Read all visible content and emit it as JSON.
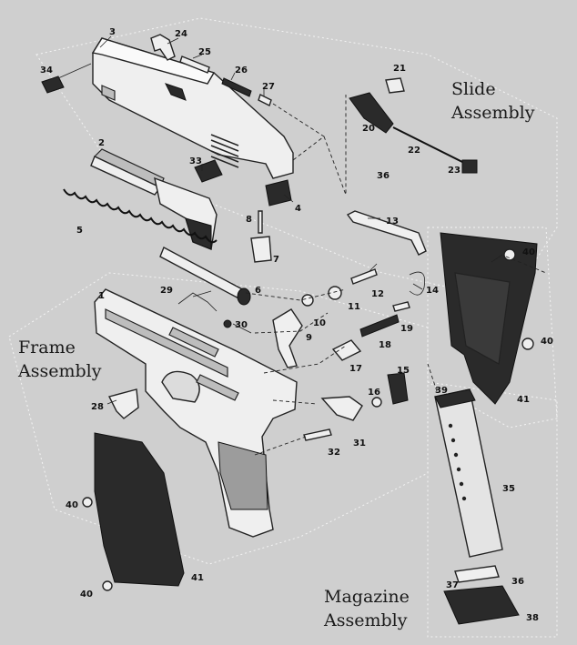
{
  "assemblies": {
    "slide": [
      "Slide",
      "Assembly"
    ],
    "frame": [
      "Frame",
      "Assembly"
    ],
    "magazine": [
      "Magazine",
      "Assembly"
    ]
  },
  "callouts": [
    {
      "id": "c3",
      "text": "3"
    },
    {
      "id": "c24",
      "text": "24"
    },
    {
      "id": "c25",
      "text": "25"
    },
    {
      "id": "c26",
      "text": "26"
    },
    {
      "id": "c27",
      "text": "27"
    },
    {
      "id": "c34",
      "text": "34"
    },
    {
      "id": "c21",
      "text": "21"
    },
    {
      "id": "c20",
      "text": "20"
    },
    {
      "id": "c22",
      "text": "22"
    },
    {
      "id": "c23",
      "text": "23"
    },
    {
      "id": "c36a",
      "text": "36"
    },
    {
      "id": "c2",
      "text": "2"
    },
    {
      "id": "c33",
      "text": "33"
    },
    {
      "id": "c4",
      "text": "4"
    },
    {
      "id": "c8",
      "text": "8"
    },
    {
      "id": "c7",
      "text": "7"
    },
    {
      "id": "c5",
      "text": "5"
    },
    {
      "id": "c13",
      "text": "13"
    },
    {
      "id": "c40a",
      "text": "40"
    },
    {
      "id": "c6",
      "text": "6"
    },
    {
      "id": "c29",
      "text": "29"
    },
    {
      "id": "c12",
      "text": "12"
    },
    {
      "id": "c14",
      "text": "14"
    },
    {
      "id": "c1",
      "text": "1"
    },
    {
      "id": "c30",
      "text": "30"
    },
    {
      "id": "c10",
      "text": "10"
    },
    {
      "id": "c11",
      "text": "11"
    },
    {
      "id": "c19",
      "text": "19"
    },
    {
      "id": "c9",
      "text": "9"
    },
    {
      "id": "c18",
      "text": "18"
    },
    {
      "id": "c40b",
      "text": "40"
    },
    {
      "id": "c17",
      "text": "17"
    },
    {
      "id": "c15",
      "text": "15"
    },
    {
      "id": "c39",
      "text": "39"
    },
    {
      "id": "c16",
      "text": "16"
    },
    {
      "id": "c41a",
      "text": "41"
    },
    {
      "id": "c28",
      "text": "28"
    },
    {
      "id": "c31",
      "text": "31"
    },
    {
      "id": "c32",
      "text": "32"
    },
    {
      "id": "c35",
      "text": "35"
    },
    {
      "id": "c40c",
      "text": "40"
    },
    {
      "id": "c40d",
      "text": "40"
    },
    {
      "id": "c41b",
      "text": "41"
    },
    {
      "id": "c37",
      "text": "37"
    },
    {
      "id": "c36b",
      "text": "36"
    },
    {
      "id": "c38",
      "text": "38"
    }
  ]
}
